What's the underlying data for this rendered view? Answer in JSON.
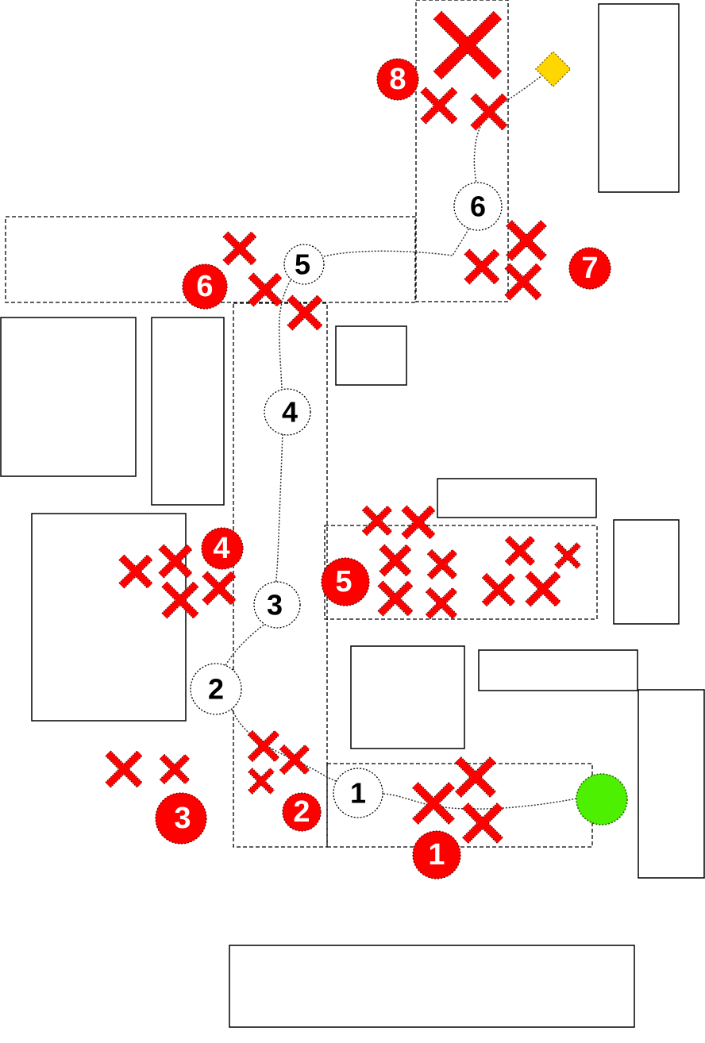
{
  "colors": {
    "hazard": "#ff0000",
    "badge": "#ff0000",
    "start": "#4cf000",
    "goal": "#ffd700"
  },
  "waypoints": [
    {
      "label": "1"
    },
    {
      "label": "2"
    },
    {
      "label": "3"
    },
    {
      "label": "4"
    },
    {
      "label": "5"
    },
    {
      "label": "6"
    }
  ],
  "hazard_zones": [
    {
      "label": "1"
    },
    {
      "label": "2"
    },
    {
      "label": "3"
    },
    {
      "label": "4"
    },
    {
      "label": "5"
    },
    {
      "label": "6"
    },
    {
      "label": "7"
    },
    {
      "label": "8"
    }
  ],
  "markers": {
    "start": "start-circle",
    "goal": "goal-diamond",
    "hazard_icon": "cross-icon"
  }
}
